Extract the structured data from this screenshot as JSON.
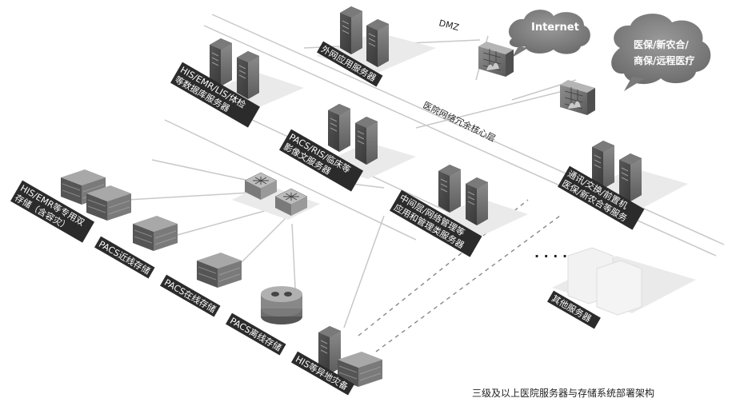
{
  "labels": {
    "dmz": "DMZ",
    "internet": "Internet",
    "insurance_line1": "医保/新农合/",
    "insurance_line2": "商保/远程医疗",
    "external_app_server": "外网应用服务器",
    "his_db_line1": "HIS/EMR/LIS/体检",
    "his_db_line2": "等数据库服务器",
    "core_layer": "医院网络冗余核心层",
    "pacs_server_line1": "PACS/RIS/临床等",
    "pacs_server_line2": "影像文服务器",
    "comm_line1": "通讯/交换/前置机",
    "comm_line2": "医保/新农合等服务",
    "his_storage_line1": "HIS/EMR等专用双",
    "his_storage_line2": "存储（含容灾）",
    "middleware_line1": "中间层/网络管理等",
    "middleware_line2": "应用和管理类服务器",
    "pacs_nearline": "PACS近线存储",
    "pacs_online": "PACS在线存储",
    "pacs_offline": "PACS离线存储",
    "his_dr": "HIS等异地灾备",
    "other_servers": "其他服务器",
    "ellipsis": "· · · ·",
    "caption": "三级及以上医院服务器与存储系统部署架构"
  },
  "colors": {
    "device_dark": "#3a3a3a",
    "device_mid": "#6e6e6e",
    "device_light": "#9a9a9a",
    "line": "#c8c8c8",
    "cloud": "#7a7a7a",
    "label_bg": "#2b2b2b",
    "other_server": "#eeeeee"
  }
}
